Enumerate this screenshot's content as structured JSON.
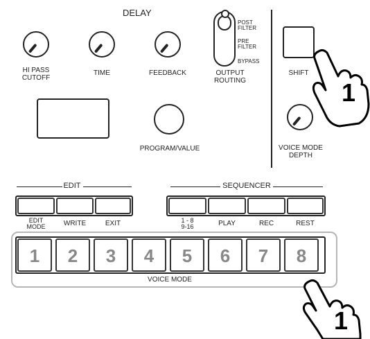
{
  "delay": {
    "title": "DELAY",
    "knobs": [
      {
        "label1": "HI PASS",
        "label2": "CUTOFF"
      },
      {
        "label1": "TIME",
        "label2": ""
      },
      {
        "label1": "FEEDBACK",
        "label2": ""
      }
    ],
    "routing": {
      "label1": "OUTPUT",
      "label2": "ROUTING",
      "positions": [
        {
          "l1": "POST",
          "l2": "FILTER"
        },
        {
          "l1": "PRE",
          "l2": "FILTER"
        },
        {
          "l1": "BYPASS",
          "l2": ""
        }
      ]
    }
  },
  "program_value": {
    "label": "PROGRAM/VALUE"
  },
  "shift": {
    "label": "SHIFT"
  },
  "voice_mode_depth": {
    "label1": "VOICE MODE",
    "label2": "DEPTH"
  },
  "edit": {
    "title": "EDIT",
    "buttons": [
      {
        "l1": "EDIT",
        "l2": "MODE"
      },
      {
        "l1": "WRITE",
        "l2": ""
      },
      {
        "l1": "EXIT",
        "l2": ""
      }
    ]
  },
  "sequencer": {
    "title": "SEQUENCER",
    "buttons": [
      {
        "l1": "1 - 8",
        "l2": "9-16"
      },
      {
        "l1": "PLAY",
        "l2": ""
      },
      {
        "l1": "REC",
        "l2": ""
      },
      {
        "l1": "REST",
        "l2": ""
      }
    ]
  },
  "voice_mode": {
    "label": "VOICE MODE",
    "buttons": [
      "1",
      "2",
      "3",
      "4",
      "5",
      "6",
      "7",
      "8"
    ]
  },
  "callouts": [
    "1",
    "1"
  ]
}
